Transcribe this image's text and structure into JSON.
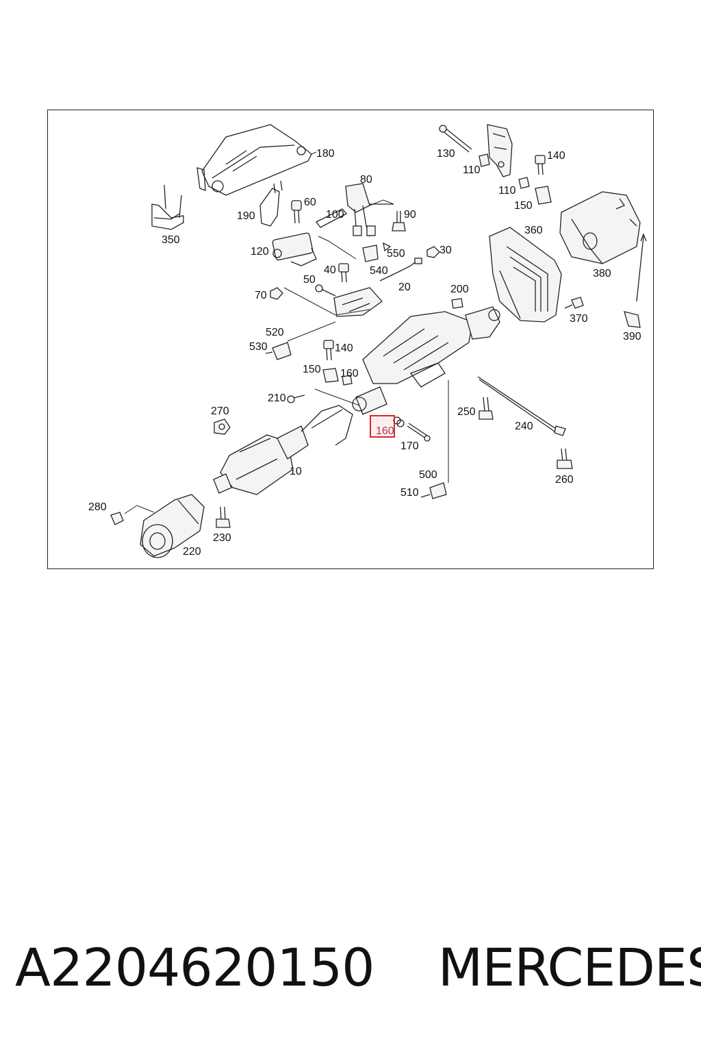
{
  "caption": {
    "part_number": "A2204620150",
    "brand": "MERCEDES"
  },
  "diagram": {
    "highlight_color": "#d9262b",
    "highlighted_callout": "160",
    "callouts": [
      {
        "id": "c180",
        "text": "180"
      },
      {
        "id": "c350",
        "text": "350"
      },
      {
        "id": "c190",
        "text": "190"
      },
      {
        "id": "c60",
        "text": "60"
      },
      {
        "id": "c80",
        "text": "80"
      },
      {
        "id": "c90",
        "text": "90"
      },
      {
        "id": "c100",
        "text": "100"
      },
      {
        "id": "c120",
        "text": "120"
      },
      {
        "id": "c550",
        "text": "550"
      },
      {
        "id": "c540",
        "text": "540"
      },
      {
        "id": "c40",
        "text": "40"
      },
      {
        "id": "c30",
        "text": "30"
      },
      {
        "id": "c50",
        "text": "50"
      },
      {
        "id": "c20",
        "text": "20"
      },
      {
        "id": "c70",
        "text": "70"
      },
      {
        "id": "c130",
        "text": "130"
      },
      {
        "id": "c110a",
        "text": "110"
      },
      {
        "id": "c110b",
        "text": "110"
      },
      {
        "id": "c140a",
        "text": "140"
      },
      {
        "id": "c150a",
        "text": "150"
      },
      {
        "id": "c360",
        "text": "360"
      },
      {
        "id": "c380",
        "text": "380"
      },
      {
        "id": "c200",
        "text": "200"
      },
      {
        "id": "c370",
        "text": "370"
      },
      {
        "id": "c390",
        "text": "390"
      },
      {
        "id": "c520",
        "text": "520"
      },
      {
        "id": "c530",
        "text": "530"
      },
      {
        "id": "c140b",
        "text": "140"
      },
      {
        "id": "c150b",
        "text": "150"
      },
      {
        "id": "c160a",
        "text": "160"
      },
      {
        "id": "c210",
        "text": "210"
      },
      {
        "id": "c270",
        "text": "270"
      },
      {
        "id": "c160b",
        "text": "160"
      },
      {
        "id": "c170",
        "text": "170"
      },
      {
        "id": "c250",
        "text": "250"
      },
      {
        "id": "c240",
        "text": "240"
      },
      {
        "id": "c10",
        "text": "10"
      },
      {
        "id": "c500",
        "text": "500"
      },
      {
        "id": "c510",
        "text": "510"
      },
      {
        "id": "c260",
        "text": "260"
      },
      {
        "id": "c280",
        "text": "280"
      },
      {
        "id": "c230",
        "text": "230"
      },
      {
        "id": "c220",
        "text": "220"
      }
    ]
  }
}
